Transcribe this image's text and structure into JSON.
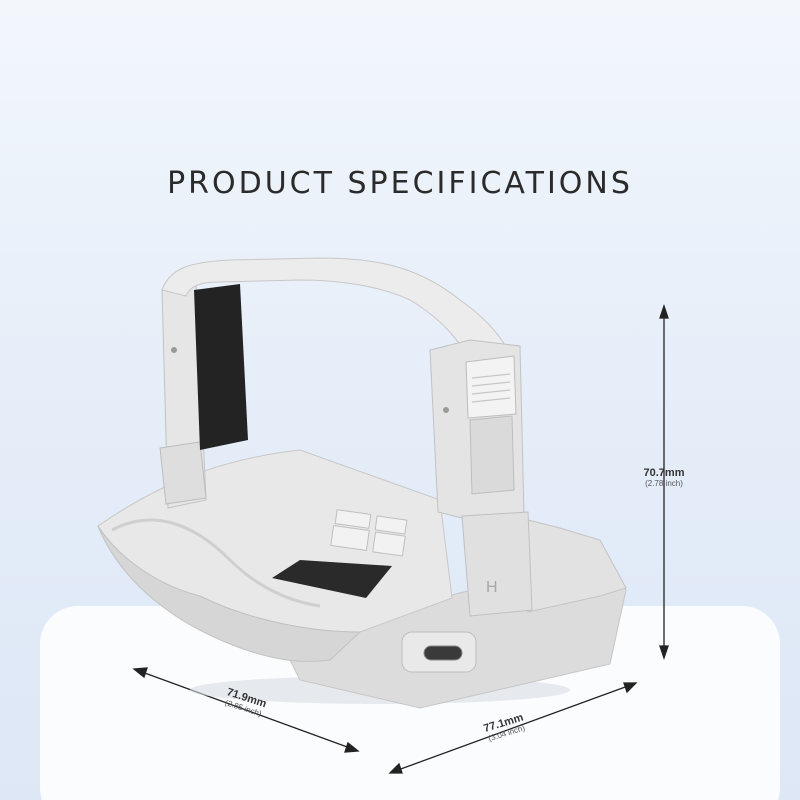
{
  "title": "PRODUCT SPECIFICATIONS",
  "dimensions": {
    "height": {
      "value": "70.7mm",
      "imperial": "(2.78 inch)"
    },
    "width": {
      "value": "71.9mm",
      "imperial": "(2.85 inch)"
    },
    "depth": {
      "value": "77.1mm",
      "imperial": "(3.04 inch)"
    }
  },
  "colors": {
    "background_top": "#f3f7fc",
    "background_bottom": "#dde7f6",
    "product_body": "#e4e4e4",
    "product_shadow": "#c9c9c9",
    "grip_pad": "#2a2a2a",
    "text": "#2b2b2b"
  }
}
